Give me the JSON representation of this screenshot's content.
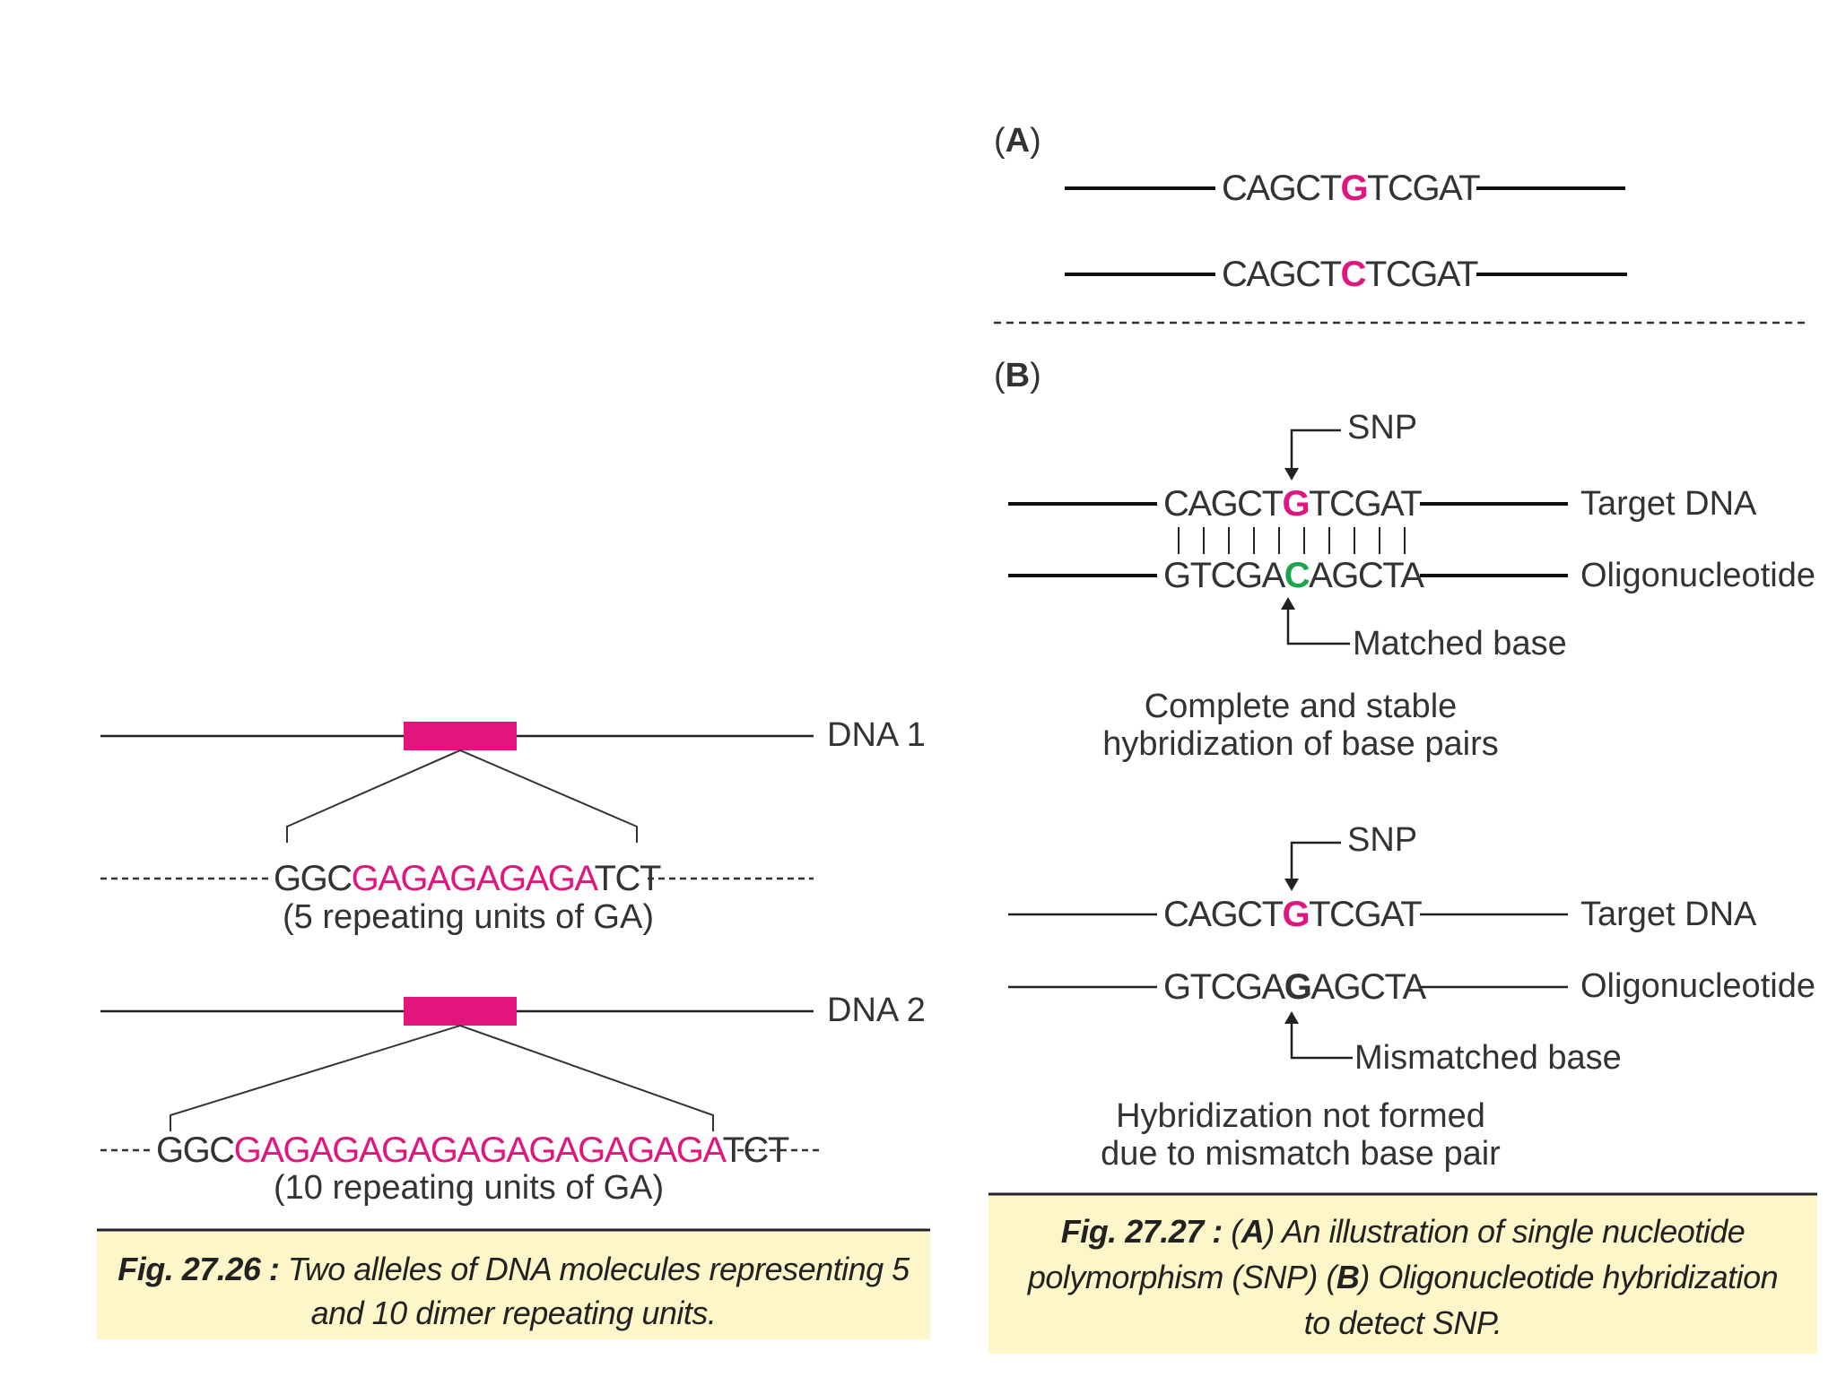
{
  "fig26": {
    "dna1_label": "DNA 1",
    "dna2_label": "DNA 2",
    "allele1": {
      "prefix": "GGC",
      "repeat": "GAGAGAGAGA",
      "suffix": "TCT",
      "note": "(5 repeating units of GA)"
    },
    "allele2": {
      "prefix": "GGC",
      "repeat": "GAGAGAGAGAGAGAGAGAGA",
      "suffix": "TCT",
      "note": "(10 repeating units of GA)"
    },
    "caption_num": "Fig. 27.26 :",
    "caption_text": "Two alleles of DNA molecules representing 5 and 10 dimer repeating units."
  },
  "fig27": {
    "panel_a": {
      "open": "(",
      "letter": "A",
      "close": ")"
    },
    "panel_b": {
      "open": "(",
      "letter": "B",
      "close": ")"
    },
    "snp_seq1": {
      "pre": "CAGCT",
      "base": "G",
      "post": "TCGAT"
    },
    "snp_seq2": {
      "pre": "CAGCT",
      "base": "C",
      "post": "TCGAT"
    },
    "matched": {
      "snp_label": "SNP",
      "target": {
        "pre": "CAGCT",
        "base": "G",
        "post": "TCGAT"
      },
      "oligo": {
        "pre": "GTCGA",
        "base": "C",
        "post": "AGCTA"
      },
      "target_label": "Target DNA",
      "oligo_label": "Oligonucleotide",
      "base_label": "Matched base",
      "note_line1": "Complete and stable",
      "note_line2": "hybridization of base pairs"
    },
    "mismatched": {
      "snp_label": "SNP",
      "target": {
        "pre": "CAGCT",
        "base": "G",
        "post": "TCGAT"
      },
      "oligo": {
        "pre": "GTCGA",
        "base": "G",
        "post": "AGCTA"
      },
      "target_label": "Target DNA",
      "oligo_label": "Oligonucleotide",
      "base_label": "Mismatched base",
      "note_line1": "Hybridization not formed",
      "note_line2": "due to mismatch base pair"
    },
    "caption": {
      "num": "Fig. 27.27 :",
      "p1": "(",
      "a": "A",
      "p2": ") An illustration of single nucleotide polymorphism (SNP) (",
      "b": "B",
      "p3": ") Oligonucleotide hybridization to detect SNP."
    }
  },
  "colors": {
    "accent": "#e2157f",
    "match": "#1aa64a",
    "caption_bg": "#fcf6c8"
  }
}
